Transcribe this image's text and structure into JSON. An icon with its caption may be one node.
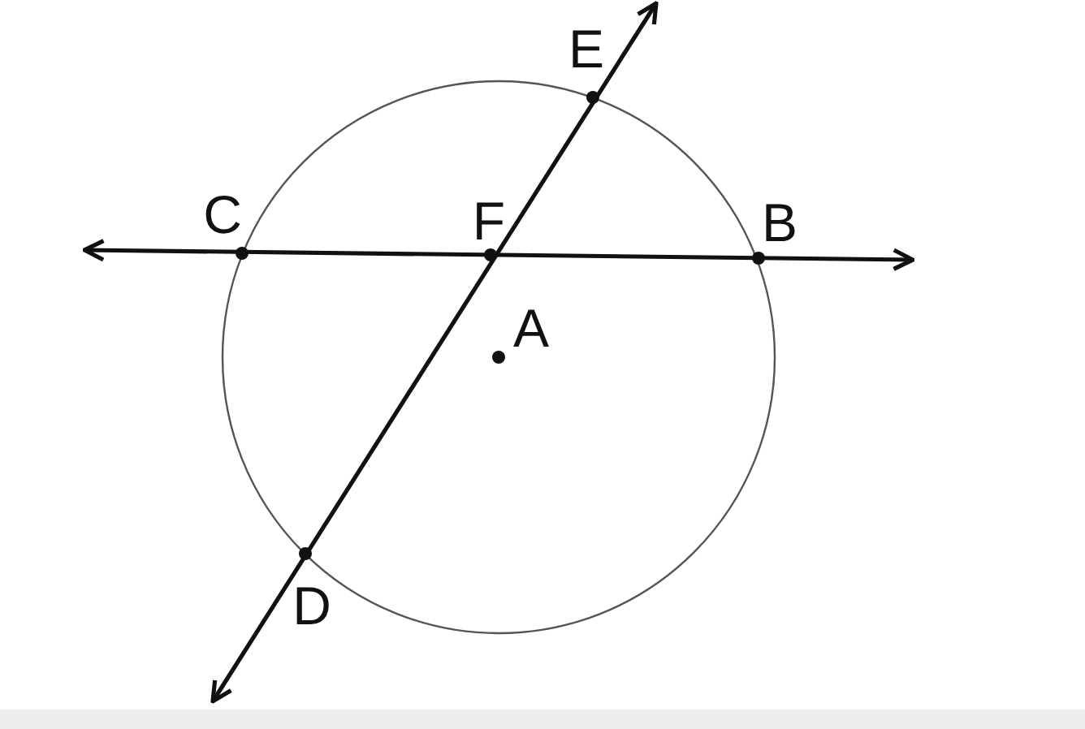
{
  "diagram": {
    "labels": [
      "E",
      "C",
      "F",
      "B",
      "A",
      "D"
    ]
  }
}
